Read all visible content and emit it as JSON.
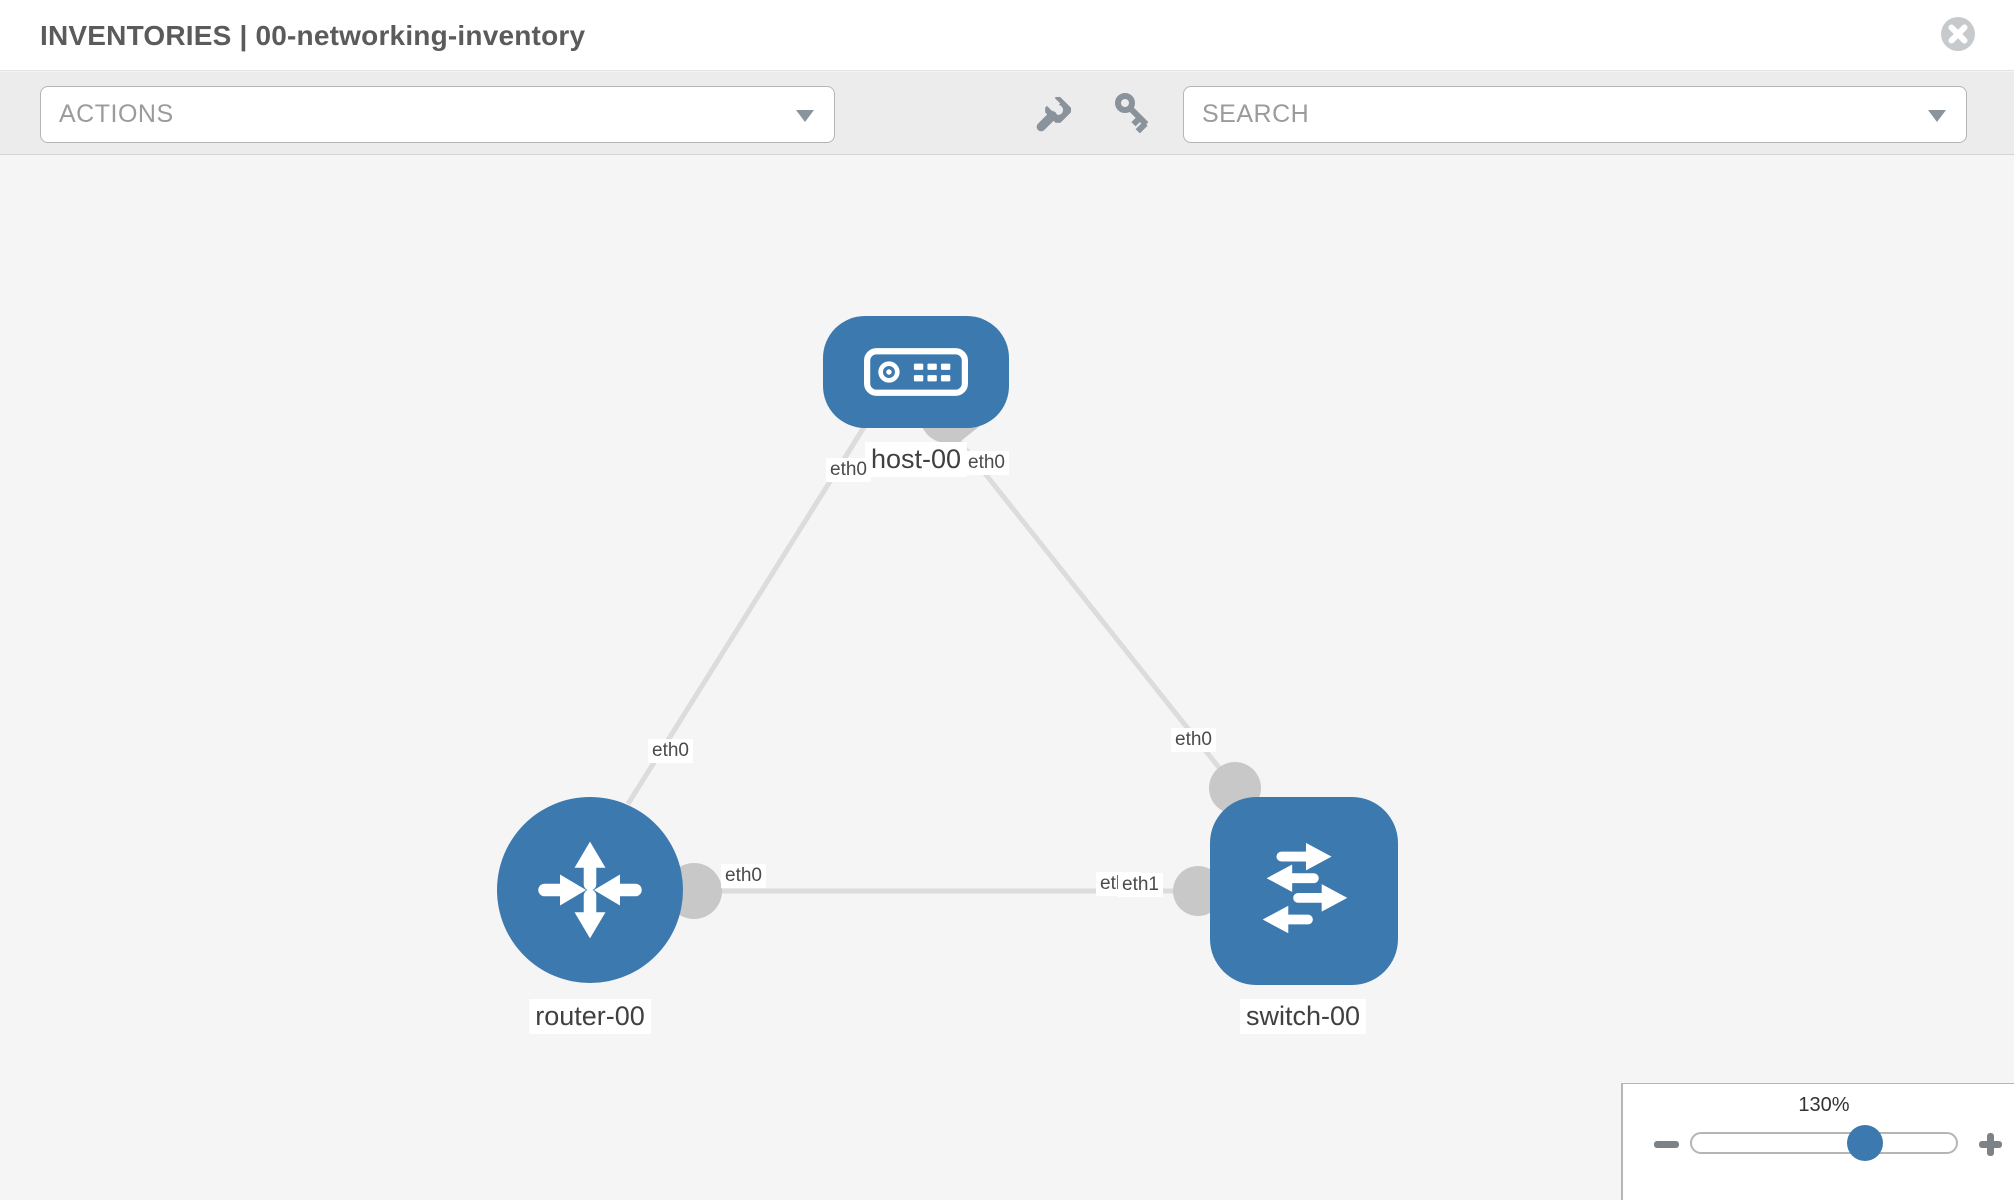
{
  "header": {
    "title": "INVENTORIES | 00-networking-inventory"
  },
  "toolbar": {
    "actions_dropdown": "ACTIONS",
    "search_dropdown": "SEARCH",
    "icons": [
      "wrench-icon",
      "key-icon",
      "chevron-down-icon"
    ]
  },
  "topology": {
    "nodes": [
      {
        "label": "host-00",
        "type": "host"
      },
      {
        "label": "router-00",
        "type": "router"
      },
      {
        "label": "switch-00",
        "type": "switch"
      }
    ],
    "links": [
      {
        "from": "host-00",
        "to": "router-00",
        "from_interface": "eth0",
        "to_interface": "eth0"
      },
      {
        "from": "host-00",
        "to": "switch-00",
        "from_interface": "eth0",
        "to_interface": "eth0"
      },
      {
        "from": "router-00",
        "to": "switch-00",
        "from_interface": "eth0",
        "to_interface": "eth1",
        "overlapped_interface": "eth0"
      }
    ]
  },
  "zoom_control": {
    "level": "130%"
  },
  "colors": {
    "node_blue": "#3c79ae",
    "link_gray": "#dcdcdc",
    "connector_gray": "#c8c8c8",
    "canvas_bg": "#f5f5f5",
    "toolbar_bg": "#ececec"
  }
}
